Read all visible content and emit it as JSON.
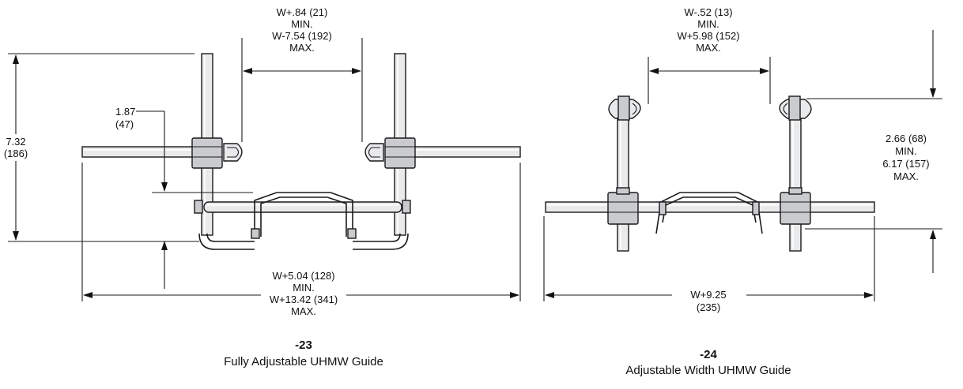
{
  "diagram23": {
    "label_minmax_top": [
      "W+.84 (21)",
      "MIN.",
      "W-7.54 (192)",
      "MAX."
    ],
    "label_height": [
      "7.32",
      "(186)"
    ],
    "label_offset": [
      "1.87",
      "(47)"
    ],
    "label_width": [
      "W+5.04 (128)",
      "MIN.",
      "W+13.42 (341)",
      "MAX."
    ],
    "caption_number": "-23",
    "caption_title": "Fully Adjustable UHMW Guide"
  },
  "diagram24": {
    "label_minmax_top": [
      "W-.52 (13)",
      "MIN.",
      "W+5.98 (152)",
      "MAX."
    ],
    "label_height": [
      "2.66 (68)",
      "MIN.",
      "6.17 (157)",
      "MAX."
    ],
    "label_width": [
      "W+9.25",
      "(235)"
    ],
    "caption_number": "-24",
    "caption_title": "Adjustable Width UHMW Guide"
  }
}
